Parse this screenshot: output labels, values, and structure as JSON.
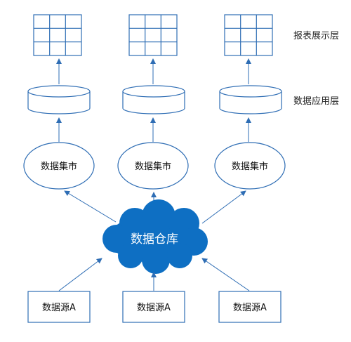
{
  "layer_labels": {
    "report": "报表展示层",
    "application": "数据应用层"
  },
  "datamarts": [
    {
      "label": "数据集市"
    },
    {
      "label": "数据集市"
    },
    {
      "label": "数据集市"
    }
  ],
  "warehouse": {
    "label": "数据仓库"
  },
  "sources": [
    {
      "label": "数据源A"
    },
    {
      "label": "数据源A"
    },
    {
      "label": "数据源A"
    }
  ],
  "colors": {
    "line": "#2e6db4",
    "cloud_fill": "#0e6fc3",
    "cloud_text": "#ffffff",
    "text": "#111111"
  }
}
